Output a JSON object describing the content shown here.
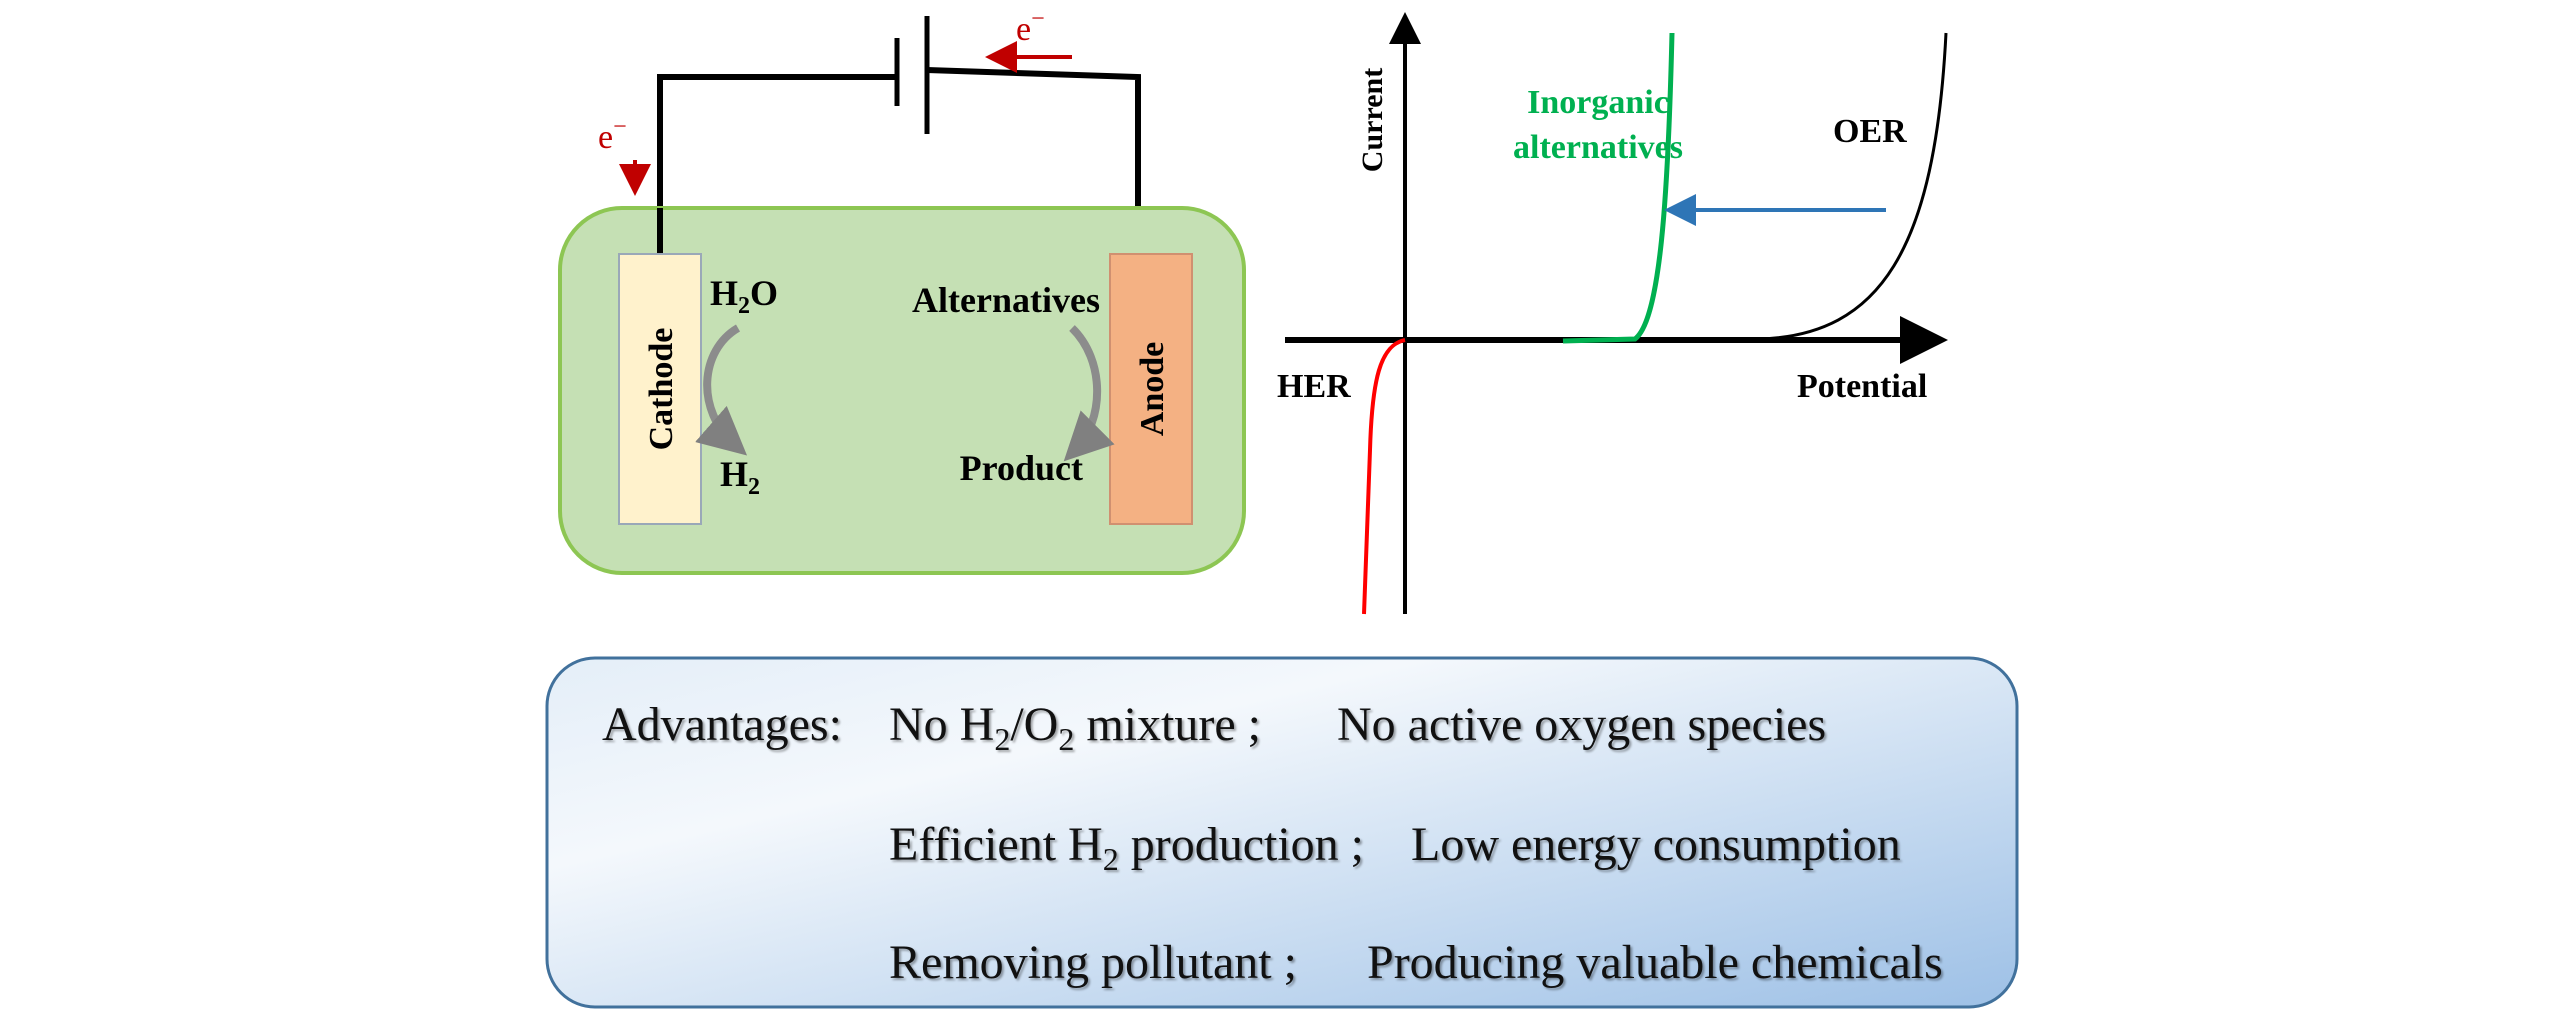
{
  "cell": {
    "electron_top": "e",
    "electron_left": "e",
    "electron_sup": "−",
    "cathode": "Cathode",
    "anode": "Anode",
    "h2o": {
      "a": "H",
      "sub": "2",
      "b": "O"
    },
    "h2": {
      "a": "H",
      "sub": "2"
    },
    "alternatives": "Alternatives",
    "product": "Product"
  },
  "plot": {
    "y_label": "Current",
    "x_label": "Potential",
    "her_label": "HER",
    "oer_label": "OER",
    "inorganic_line1": "Inorganic",
    "inorganic_line2": "alternatives",
    "colors": {
      "her": "#ff0000",
      "oer": "#000000",
      "inorganic": "#00b050",
      "shift_arrow": "#2e75b6"
    }
  },
  "advantages": {
    "title": "Advantages:",
    "row1_left": {
      "a": "No H",
      "s1": "2",
      "b": "/O",
      "s2": "2",
      "c": " mixture ;"
    },
    "row1_right": "No active oxygen species",
    "row2_left": {
      "a": "Efficient H",
      "s1": "2",
      "b": " production ;"
    },
    "row2_right": "Low energy consumption",
    "row3_left": "Removing pollutant ;",
    "row3_right": "Producing valuable chemicals"
  }
}
